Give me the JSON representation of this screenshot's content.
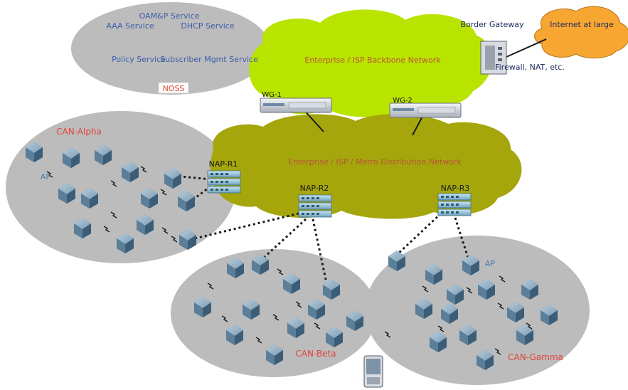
{
  "noss": {
    "services": [
      "AAA Service",
      "OAM&P Service",
      "DHCP Service",
      "Policy Service",
      "Subscriber Mgmt Service"
    ],
    "name": "NOSS"
  },
  "backbone": {
    "label": "Enterprise / ISP Backbone Network"
  },
  "distribution": {
    "label": "Enterprise / ISP / Metro Distribution Network"
  },
  "internet": {
    "label": "Internet at large"
  },
  "border_gateway": {
    "label": "Border Gateway",
    "note": "Firewall, NAT, etc."
  },
  "gateways": [
    "WG-1",
    "WG-2"
  ],
  "naps": [
    "NAP-R1",
    "NAP-R2",
    "NAP-R3"
  ],
  "cans": {
    "alpha": {
      "name": "CAN-Alpha",
      "ap_label": "AP"
    },
    "beta": {
      "name": "CAN-Beta"
    },
    "gamma": {
      "name": "CAN-Gamma",
      "ap_label": "AP"
    }
  },
  "colors": {
    "label_red": "#e2453a",
    "label_blue": "#3c5ea8",
    "label_orange": "#c0523a",
    "cloud_green": "#b8e400",
    "cloud_olive": "#a4a60c",
    "internet_orange": "#f7a632",
    "can_gray": "#bcbcbc",
    "ap_blue": "#6d8fa8"
  },
  "icons": [
    "ap-node-icon",
    "wireless-link-icon",
    "rack-server-icon",
    "switch-stack-icon",
    "pda-device-icon"
  ]
}
